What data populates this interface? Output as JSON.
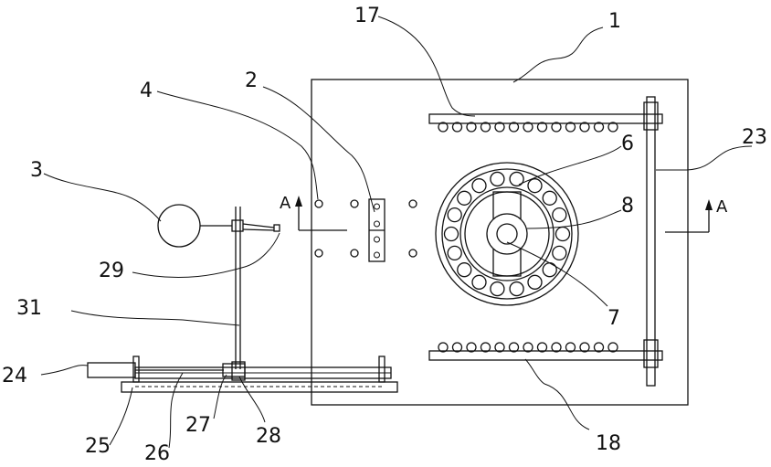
{
  "labels": {
    "l1": "1",
    "l2": "2",
    "l3": "3",
    "l4": "4",
    "l6": "6",
    "l7": "7",
    "l8": "8",
    "l17": "17",
    "l18": "18",
    "l23": "23",
    "l24": "24",
    "l25": "25",
    "l26": "26",
    "l27": "27",
    "l28": "28",
    "l29": "29",
    "l31": "31"
  },
  "section": {
    "left": "A",
    "right": "A"
  }
}
